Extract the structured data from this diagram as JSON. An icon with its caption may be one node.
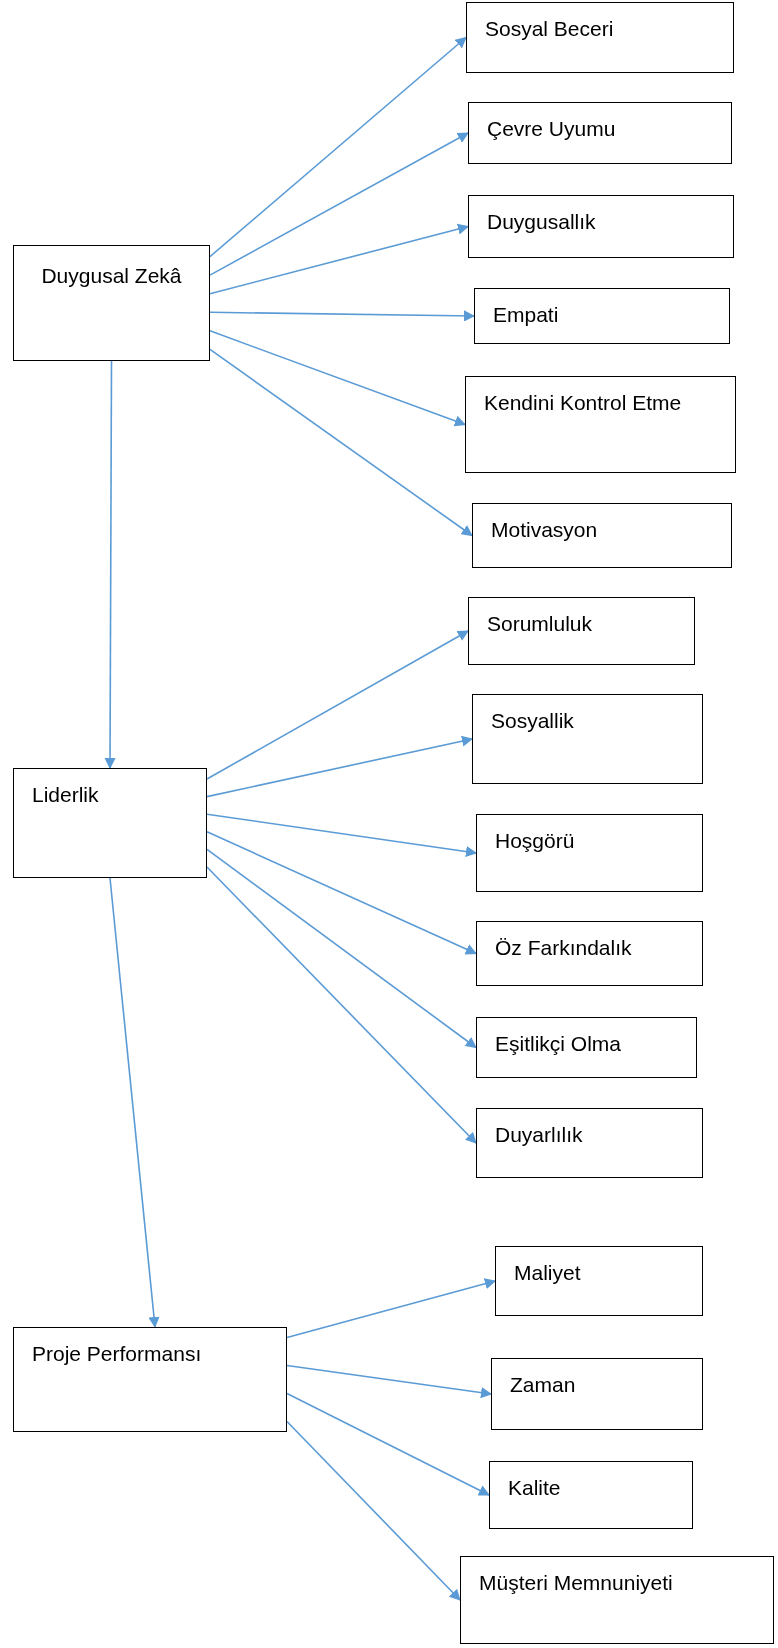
{
  "diagram": {
    "nodes": [
      {
        "text": [
          "Duygusal Zekâ"
        ]
      },
      {
        "text": [
          "Sosyal Beceri"
        ]
      },
      {
        "text": [
          "Çevre Uyumu"
        ]
      },
      {
        "text": [
          "Duygusallık"
        ]
      },
      {
        "text": [
          "Empati"
        ]
      },
      {
        "text": [
          "Kendini Kontrol Etme"
        ]
      },
      {
        "text": [
          "Motivasyon"
        ]
      },
      {
        "text": [
          "Liderlik"
        ]
      },
      {
        "text": [
          "Sorumluluk"
        ]
      },
      {
        "text": [
          "Sosyallik"
        ]
      },
      {
        "text": [
          "Hoşgörü"
        ]
      },
      {
        "text": [
          "Öz Farkındalık"
        ]
      },
      {
        "text": [
          "Eşitlikçi Olma"
        ]
      },
      {
        "text": [
          "Duyarlılık"
        ]
      },
      {
        "text": [
          "Proje Performansı"
        ]
      },
      {
        "text": [
          "Maliyet"
        ]
      },
      {
        "text": [
          "Zaman"
        ]
      },
      {
        "text": [
          "Kalite"
        ]
      },
      {
        "text": [
          "Müşteri Memnuniyeti"
        ]
      }
    ],
    "edges": [
      {
        "from": 0,
        "to": 1,
        "arrow": "to"
      },
      {
        "from": 0,
        "to": 2,
        "arrow": "to"
      },
      {
        "from": 0,
        "to": 3,
        "arrow": "to"
      },
      {
        "from": 0,
        "to": 4,
        "arrow": "to"
      },
      {
        "from": 0,
        "to": 5,
        "arrow": "to"
      },
      {
        "from": 0,
        "to": 6,
        "arrow": "to"
      },
      {
        "from": 0,
        "to": 7,
        "arrow": "to"
      },
      {
        "from": 7,
        "to": 8,
        "arrow": "to"
      },
      {
        "from": 7,
        "to": 9,
        "arrow": "to"
      },
      {
        "from": 7,
        "to": 10,
        "arrow": "to"
      },
      {
        "from": 7,
        "to": 11,
        "arrow": "to"
      },
      {
        "from": 7,
        "to": 12,
        "arrow": "to"
      },
      {
        "from": 7,
        "to": 13,
        "arrow": "to"
      },
      {
        "from": 7,
        "to": 14,
        "arrow": "to"
      },
      {
        "from": 14,
        "to": 15,
        "arrow": "to"
      },
      {
        "from": 14,
        "to": 16,
        "arrow": "to"
      },
      {
        "from": 14,
        "to": 17,
        "arrow": "to"
      },
      {
        "from": 14,
        "to": 18,
        "arrow": "to"
      }
    ]
  }
}
